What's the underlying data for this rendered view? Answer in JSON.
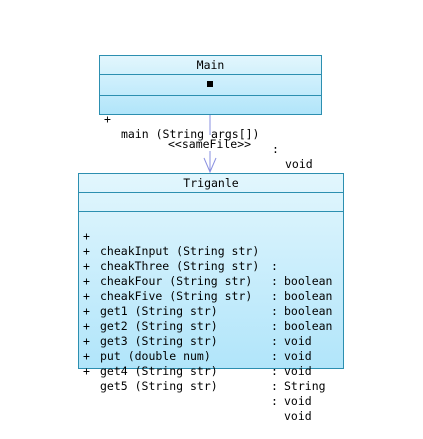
{
  "main_class": {
    "name": "Main",
    "operations": [
      {
        "visibility": "+",
        "signature": "main (String args[])",
        "return_type": "void"
      }
    ]
  },
  "dependency": {
    "stereotype": "<<sameFile>>"
  },
  "triganle_class": {
    "name": "Triganle",
    "operations": [
      {
        "visibility": "+",
        "signature": "cheakInput (String str)",
        "return_type": "boolean"
      },
      {
        "visibility": "+",
        "signature": "cheakThree (String str)",
        "return_type": "boolean"
      },
      {
        "visibility": "+",
        "signature": "cheakFour (String str)",
        "return_type": "boolean"
      },
      {
        "visibility": "+",
        "signature": "cheakFive (String str)",
        "return_type": "boolean"
      },
      {
        "visibility": "+",
        "signature": "get1 (String str)",
        "return_type": "void"
      },
      {
        "visibility": "+",
        "signature": "get2 (String str)",
        "return_type": "void"
      },
      {
        "visibility": "+",
        "signature": "get3 (String str)",
        "return_type": "void"
      },
      {
        "visibility": "+",
        "signature": "put (double num)",
        "return_type": "String"
      },
      {
        "visibility": "+",
        "signature": "get4 (String str)",
        "return_type": "void"
      },
      {
        "visibility": "+",
        "signature": "get5 (String str)",
        "return_type": "void"
      }
    ]
  },
  "colors": {
    "class_border": "#2c8fb0",
    "class_fill_top": "#e2f6fd",
    "class_fill_bottom": "#b1e5fa",
    "connector": "#8a90e0"
  }
}
